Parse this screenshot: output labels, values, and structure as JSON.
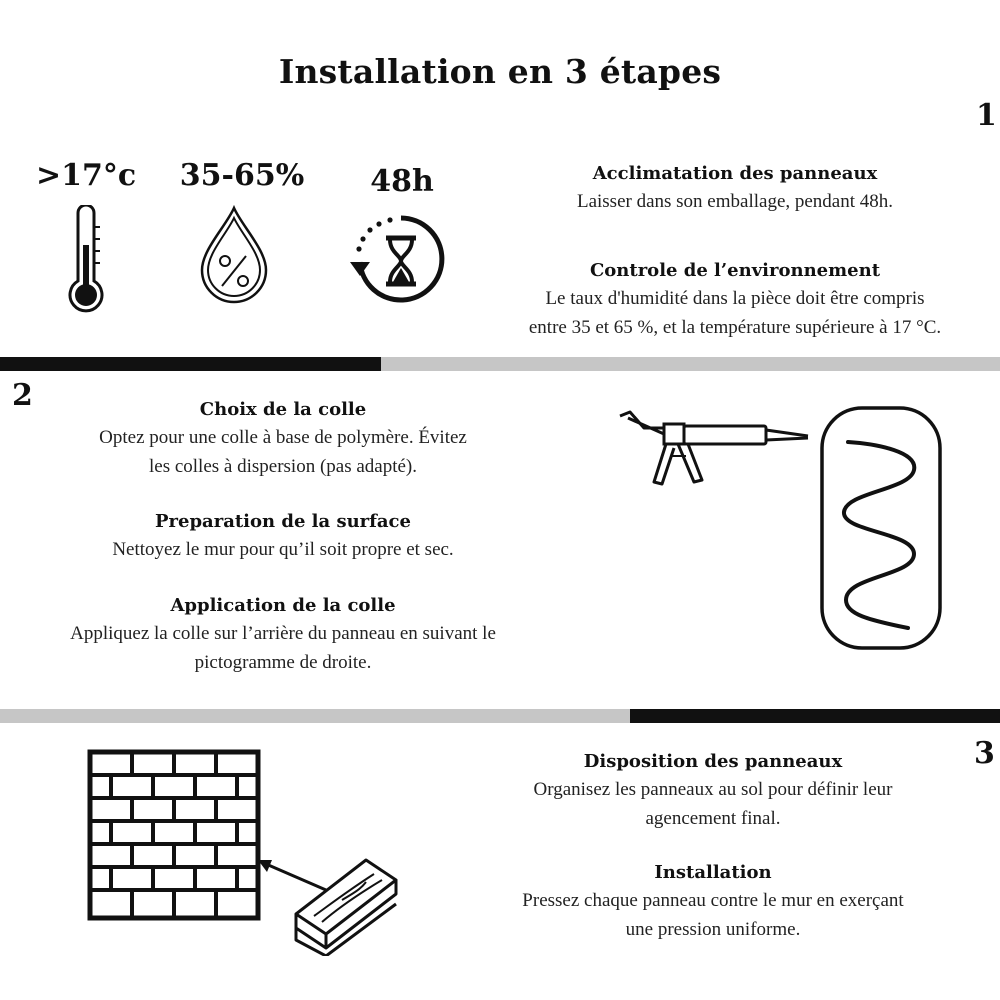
{
  "page": {
    "title": "Installation en 3 étapes"
  },
  "step1": {
    "number": "1",
    "stats": [
      {
        "value": ">17°c",
        "icon": "thermometer-icon"
      },
      {
        "value": "35-65%",
        "icon": "humidity-drop-icon"
      },
      {
        "value": "48h",
        "icon": "hourglass-timer-icon"
      }
    ],
    "blocks": [
      {
        "heading": "Acclimatation des panneaux",
        "lines": [
          "Laisser dans son emballage, pendant 48h."
        ]
      },
      {
        "heading": "Controle de l’environnement",
        "lines": [
          "Le taux d'humidité dans la pièce doit être compris",
          "entre 35 et 65 %, et la température supérieure à 17 °C."
        ]
      }
    ]
  },
  "step2": {
    "number": "2",
    "blocks": [
      {
        "heading": "Choix de la colle",
        "lines": [
          "Optez pour une colle à base de polymère. Évitez",
          "les colles à dispersion (pas adapté)."
        ]
      },
      {
        "heading": "Preparation de la surface",
        "lines": [
          "Nettoyez le mur pour qu’il soit propre et sec."
        ]
      },
      {
        "heading": "Application de la colle",
        "lines": [
          "Appliquez la colle sur l’arrière du panneau en suivant le",
          "pictogramme de droite."
        ]
      }
    ],
    "icons": [
      "caulking-gun-icon",
      "glue-pattern-panel-icon"
    ]
  },
  "step3": {
    "number": "3",
    "blocks": [
      {
        "heading": "Disposition des panneaux",
        "lines": [
          "Organisez les panneaux au sol pour définir leur",
          "agencement final."
        ]
      },
      {
        "heading": "Installation",
        "lines": [
          "Pressez chaque panneau contre le mur en exerçant",
          "une pression uniforme."
        ]
      }
    ],
    "icons": [
      "brick-wall-icon",
      "wood-planks-icon"
    ]
  },
  "colors": {
    "dark": "#111111",
    "light_gray": "#c6c6c6"
  }
}
